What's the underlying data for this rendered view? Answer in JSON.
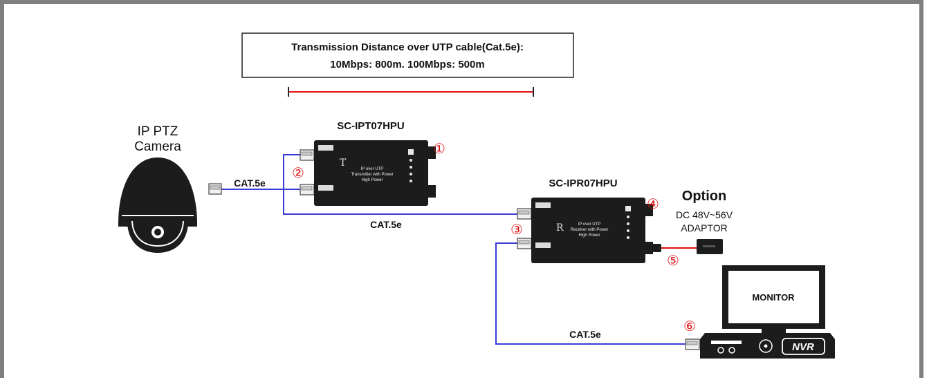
{
  "distance_box": {
    "line1": "Transmission Distance over UTP cable(Cat.5e):",
    "line2": "10Mbps: 800m. 100Mbps: 500m"
  },
  "camera": {
    "line1": "IP PTZ",
    "line2": "Camera"
  },
  "transmitter": {
    "model": "SC-IPT07HPU",
    "label_line1": "IP over UTP",
    "label_line2": "Transmitter with Power",
    "label_line3": "High Power",
    "letter": "T"
  },
  "receiver": {
    "model": "SC-IPR07HPU",
    "label_line1": "IP over UTP",
    "label_line2": "Receiver with Power",
    "label_line3": "High Power",
    "letter": "R"
  },
  "option": {
    "title": "Option",
    "line1": "DC 48V~56V",
    "line2": "ADAPTOR"
  },
  "cables": {
    "cable1": "CAT.5e",
    "cable2": "CAT.5e",
    "cable3": "CAT.5e"
  },
  "markers": {
    "m1": "①",
    "m2": "②",
    "m3": "③",
    "m4": "④",
    "m5": "⑤",
    "m6": "⑥"
  },
  "monitor": {
    "label": "MONITOR"
  },
  "nvr": {
    "label": "NVR"
  },
  "colors": {
    "cable_blue": "#3b3bd6",
    "power_red": "#e01010",
    "device_black": "#1c1c1c",
    "frame_gray": "#7f7f7f"
  }
}
